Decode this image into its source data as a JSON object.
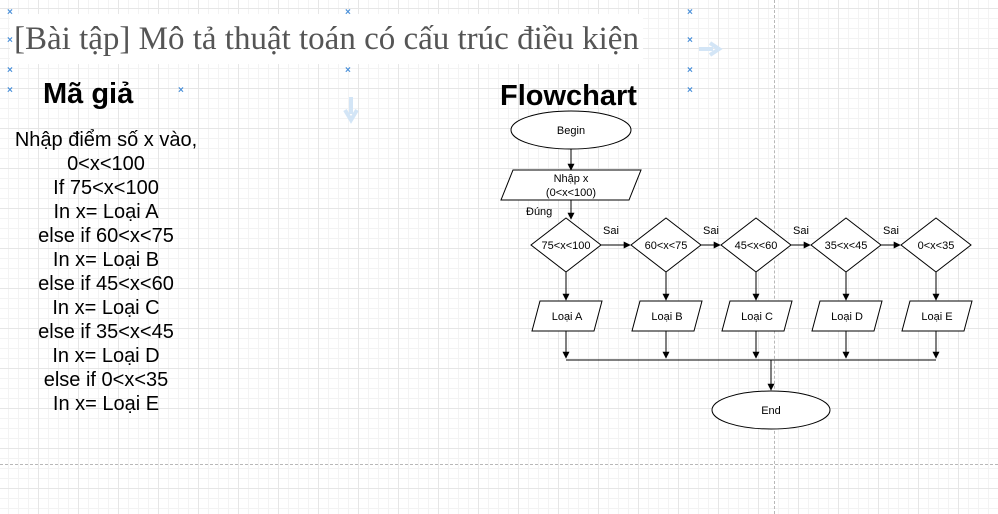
{
  "title": "[Bài tập] Mô tả thuật toán có cấu trúc điều kiện",
  "pseudo_heading": "Mã giả",
  "flow_heading": "Flowchart",
  "pseudocode": [
    "Nhập điểm số x vào,",
    "0<x<100",
    "If 75<x<100",
    "In x= Loại A",
    "else if 60<x<75",
    "In x= Loại B",
    "else if 45<x<60",
    "In x= Loại C",
    "else if 35<x<45",
    "In x= Loại D",
    "else if 0<x<35",
    "In x= Loại E"
  ],
  "flow": {
    "begin": "Begin",
    "input_line1": "Nhập x",
    "input_line2": "(0<x<100)",
    "true_label": "Đúng",
    "false_label": "Sai",
    "conditions": [
      "75<x<100",
      "60<x<75",
      "45<x<60",
      "35<x<45",
      "0<x<35"
    ],
    "outputs": [
      "Loại A",
      "Loại B",
      "Loại C",
      "Loại D",
      "Loại E"
    ],
    "end": "End"
  },
  "colors": {
    "title_text": "#555555",
    "handle": "#4a90d9",
    "line": "#000000"
  }
}
